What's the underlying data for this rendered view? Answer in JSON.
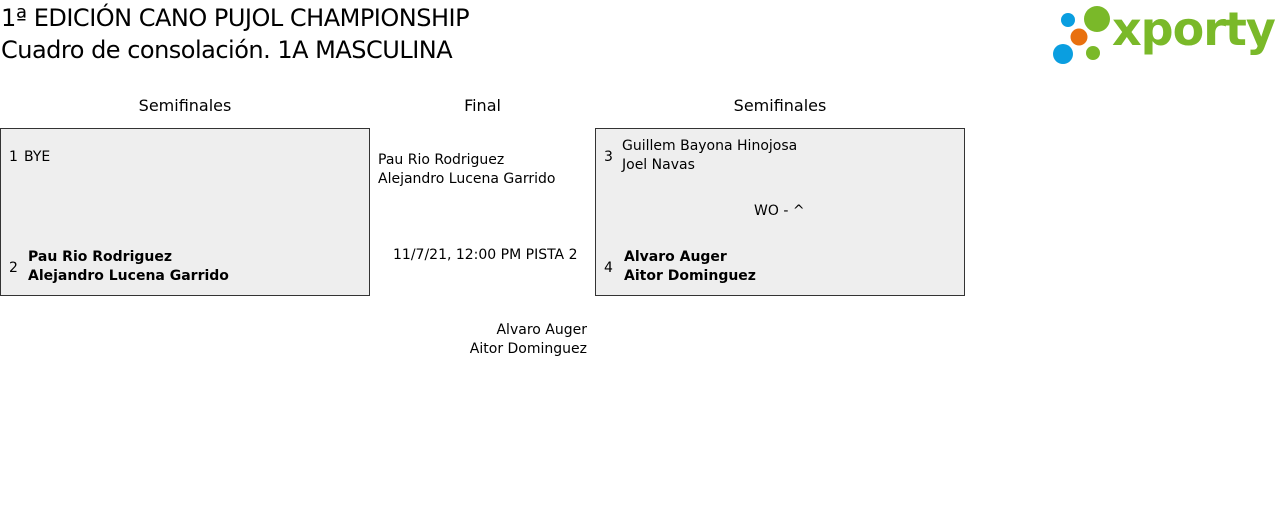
{
  "title": "1ª EDICIÓN CANO PUJOL CHAMPIONSHIP",
  "subtitle": "Cuadro de consolación. 1A MASCULINA",
  "logo_text": "xporty",
  "colors": {
    "logo_green": "#7ab929",
    "logo_blue": "#0a9ee0",
    "logo_orange": "#e8700f",
    "box_bg": "#eeeeee"
  },
  "rounds": {
    "left": "Semifinales",
    "center": "Final",
    "right": "Semifinales"
  },
  "match1": {
    "seed1": "1",
    "team1": [
      "BYE"
    ],
    "seed2": "2",
    "team2": [
      "Pau Rio Rodriguez",
      "Alejandro Lucena Garrido"
    ]
  },
  "match2": {
    "seed1": "3",
    "team1": [
      "Guillem Bayona Hinojosa",
      "Joel Navas"
    ],
    "score": "WO - ^",
    "seed2": "4",
    "team2": [
      "Alvaro Auger",
      "Aitor Dominguez"
    ]
  },
  "final": {
    "team1": [
      "Pau Rio Rodriguez",
      "Alejandro Lucena Garrido"
    ],
    "schedule": "11/7/21, 12:00 PM PISTA 2",
    "team2": [
      "Alvaro Auger",
      "Aitor Dominguez"
    ]
  }
}
